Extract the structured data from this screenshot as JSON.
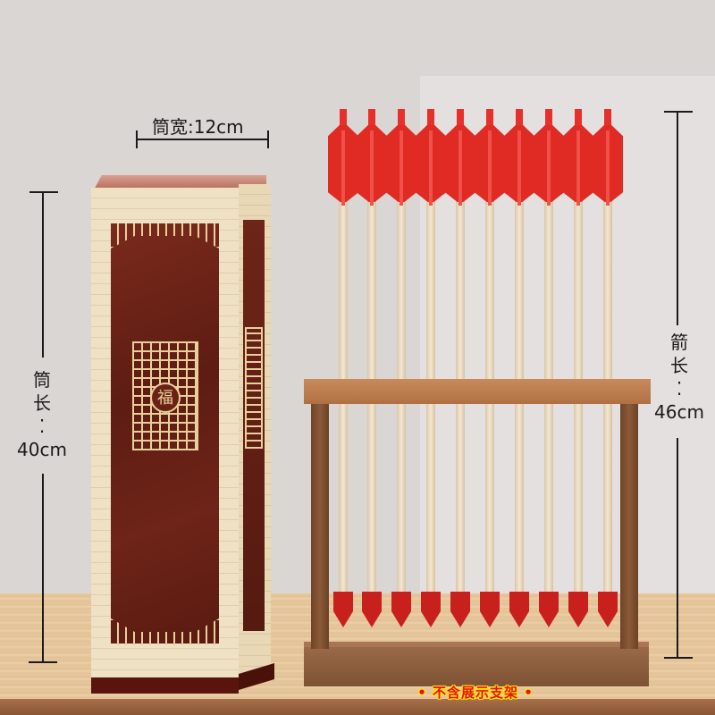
{
  "dimensions": {
    "quiver_width": {
      "label": "筒宽:12cm"
    },
    "quiver_length": {
      "chars": [
        "筒",
        "长",
        "⁚",
        "40cm"
      ]
    },
    "arrow_length": {
      "chars": [
        "箭",
        "长",
        "⁚",
        "46cm"
      ]
    }
  },
  "quiver": {
    "emblem_char": "福",
    "colors": {
      "wood": "#5e1c12",
      "trim": "#efe1c3",
      "lattice": "#e8cf9c"
    }
  },
  "arrows": {
    "count": 10,
    "fletching_color": "#e02a24",
    "shaft_color": "#f3e8d4",
    "positions_x": [
      367,
      399,
      432,
      465,
      498,
      531,
      564,
      597,
      630,
      663
    ]
  },
  "rack": {
    "post_positions_x": [
      354,
      694
    ]
  },
  "notice": {
    "text": "• 不含展示支架 •"
  }
}
